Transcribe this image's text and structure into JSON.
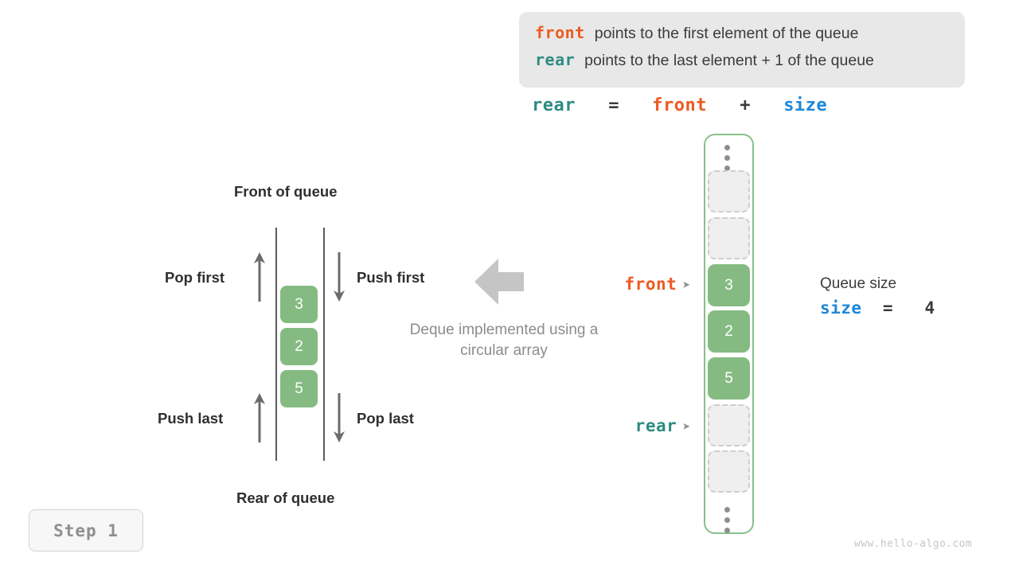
{
  "legend": {
    "lines": [
      {
        "term": "front",
        "term_color": "#ec5b21",
        "description": "points to the first element of the queue"
      },
      {
        "term": "rear",
        "term_color": "#2d8b82",
        "description": "points to the last element + 1 of the queue"
      }
    ]
  },
  "equation": {
    "lhs": "rear",
    "eq": "=",
    "rhs1": "front",
    "plus": "+",
    "rhs2": "size"
  },
  "deque_diagram": {
    "top_label": "Front of queue",
    "bottom_label": "Rear of queue",
    "operations": {
      "pop_first": "Pop first",
      "push_first": "Push first",
      "push_last": "Push last",
      "pop_last": "Pop last"
    },
    "caption": "Deque implemented using a circular array",
    "cells": [
      "3",
      "2",
      "5"
    ]
  },
  "circular_array": {
    "top_ellipsis": "⋮",
    "bottom_ellipsis": "⋮",
    "cells": [
      {
        "value": "",
        "filled": false
      },
      {
        "value": "",
        "filled": false
      },
      {
        "value": "3",
        "filled": true
      },
      {
        "value": "2",
        "filled": true
      },
      {
        "value": "5",
        "filled": true
      },
      {
        "value": "",
        "filled": false
      },
      {
        "value": "",
        "filled": false
      }
    ],
    "pointers": {
      "front": {
        "label": "front",
        "tip": "➤",
        "color": "#ec5b21"
      },
      "rear": {
        "label": "rear",
        "tip": "➤",
        "color": "#2d8b82"
      }
    }
  },
  "queue_size": {
    "title": "Queue size",
    "var": "size",
    "eq": "=",
    "value": "4"
  },
  "step_badge": {
    "label": "Step 1"
  },
  "watermark": {
    "text": "www.hello-algo.com"
  },
  "colors": {
    "front": "#ec5b21",
    "rear": "#2d8b82",
    "size": "#1e88d8",
    "cell_fill": "#85bb82",
    "container_border": "#86c08a",
    "legend_bg": "#e8e8e8",
    "muted_text": "#8c8c8c"
  }
}
